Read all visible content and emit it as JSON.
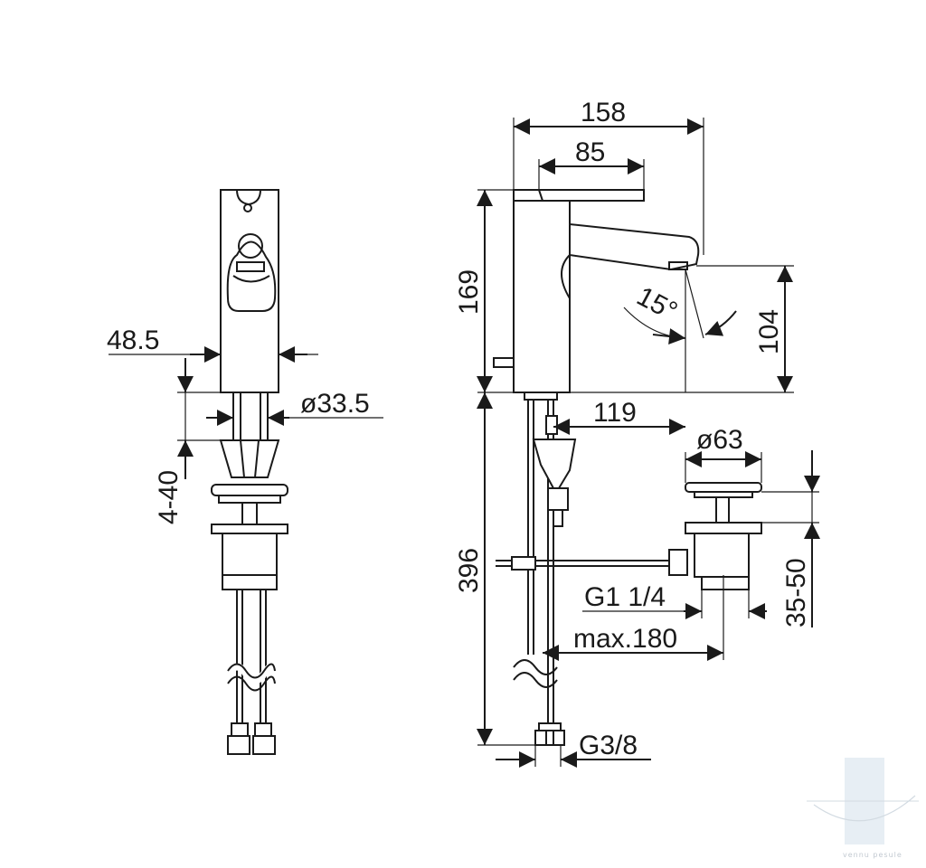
{
  "dimensions": {
    "width_body": "48.5",
    "hose_dia": "ø33.5",
    "counter_thickness": "4-40",
    "total_length": "158",
    "lever_length": "85",
    "height_spout": "169",
    "swivel_angle": "15°",
    "spout_clearance": "104",
    "spout_reach": "119",
    "hose_length": "396",
    "waste_dia": "ø63",
    "waste_thread": "G1 1/4",
    "waste_height": "35-50",
    "waste_reach": "max.180",
    "connection_thread": "G3/8"
  },
  "watermark": {
    "text": "vennu pesule"
  }
}
